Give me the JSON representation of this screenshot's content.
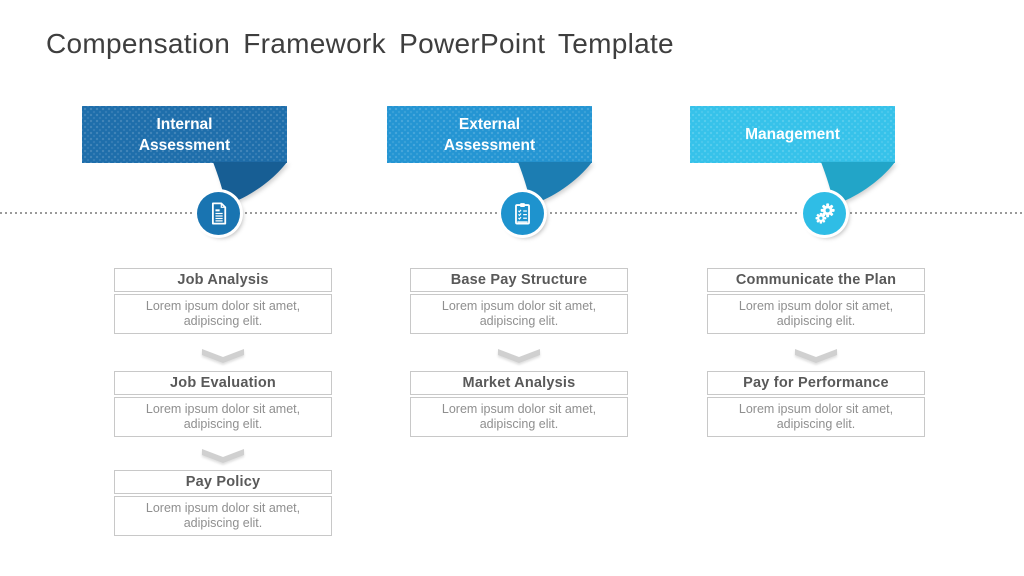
{
  "slide": {
    "title": "Compensation Framework PowerPoint Template"
  },
  "colors": {
    "title_text": "#3E3E3E",
    "banner1": "#1E6EAB",
    "tail1": "#175E94",
    "circle1": "#1974B1",
    "banner2": "#2495D3",
    "tail2": "#1C7DB2",
    "circle2": "#1E93CE",
    "banner3": "#36C2EA",
    "tail3": "#22A5C8",
    "circle3": "#2FBDE6",
    "box_border": "#C8C8C8",
    "box_title_text": "#595959",
    "box_body_text": "#8F8F8F",
    "chevron": "#D0D0D0",
    "dotted_line": "#9A9A9A"
  },
  "icons": {
    "column_markers": [
      "document-icon",
      "clipboard-checklist-icon",
      "gears-icon"
    ],
    "flow_separator": "chevron-down-icon"
  },
  "columns": [
    {
      "banner": "Internal Assessment",
      "icon": "document-icon",
      "boxes": [
        {
          "title": "Job Analysis",
          "body": "Lorem ipsum dolor sit amet, adipiscing elit."
        },
        {
          "title": "Job Evaluation",
          "body": "Lorem ipsum dolor sit amet, adipiscing elit."
        },
        {
          "title": "Pay Policy",
          "body": "Lorem ipsum dolor sit amet, adipiscing elit."
        }
      ]
    },
    {
      "banner": "External Assessment",
      "icon": "clipboard-checklist-icon",
      "boxes": [
        {
          "title": "Base Pay Structure",
          "body": "Lorem ipsum dolor sit amet, adipiscing elit."
        },
        {
          "title": "Market Analysis",
          "body": "Lorem ipsum dolor sit amet, adipiscing elit."
        }
      ]
    },
    {
      "banner": "Management",
      "icon": "gears-icon",
      "boxes": [
        {
          "title": "Communicate the Plan",
          "body": "Lorem ipsum dolor sit amet, adipiscing elit."
        },
        {
          "title": "Pay for Performance",
          "body": "Lorem ipsum dolor sit amet, adipiscing elit."
        }
      ]
    }
  ]
}
